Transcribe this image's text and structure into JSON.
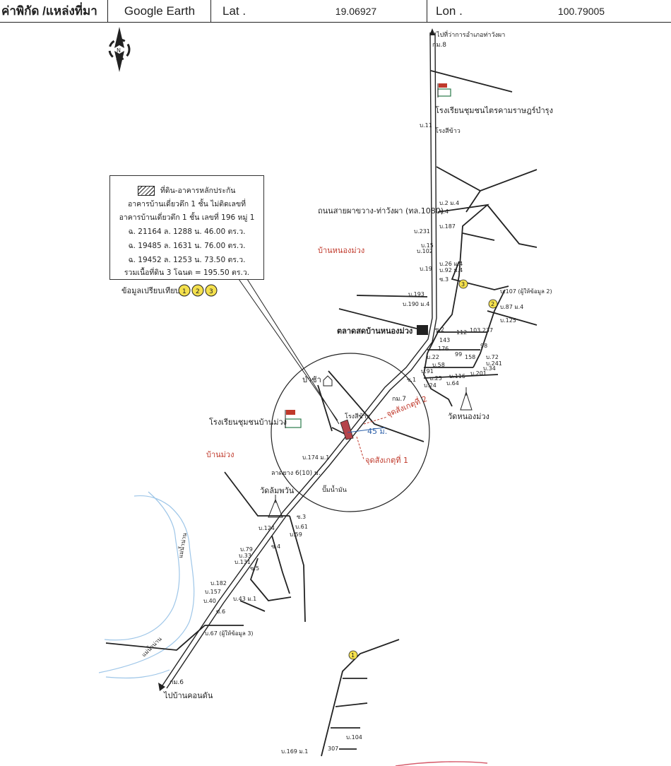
{
  "header": {
    "coord_label": "ค่าพิกัด /แหล่งที่มา",
    "source": "Google Earth",
    "lat_label": "Lat .",
    "lat_value": "19.06927",
    "lon_label": "Lon .",
    "lon_value": "100.79005"
  },
  "compass": {
    "label": "N",
    "icon": "north-arrow-icon"
  },
  "infobox": {
    "legend": "ที่ดิน-อาคารหลักประกัน",
    "line1": "อาคารบ้านเดี่ยวตึก 1 ชั้น ไม่ติดเลขที่",
    "line2": "อาคารบ้านเดี่ยวตึก 1 ชั้น เลขที่ 196 หมู่ 1",
    "line3": "ฉ. 21164  ล. 1288  น. 46.00 ตร.ว.",
    "line4": "ฉ. 19485  ล. 1631  น. 76.00 ตร.ว.",
    "line5": "ฉ. 19452  ล. 1253  น. 73.50 ตร.ว.",
    "line6": "รวมเนื้อที่ดิน 3 โฉนด = 195.50 ตร.ว."
  },
  "comparison": {
    "label": "ข้อมูลเปรียบเทียบ",
    "markers": [
      "1",
      "2",
      "3"
    ]
  },
  "places": {
    "to_wangpha": "ไปที่ว่าการอำเภอท่าวังผา",
    "km8": "กม.8",
    "school_top": "โรงเรียนชุมชนไตรคามราษฎร์บำรุง",
    "rice_mill_top": "โรงสีข้าว",
    "road_name": "ถนนสายผาขวาง-ท่าวังผา (ทล.1080)",
    "village_nongmuang": "บ้านหนองม่วง",
    "market": "ตลาดสดบ้านหนองม่วง",
    "temple_nongmuang": "วัดหนองม่วง",
    "pa_chan": "ป่าช้า",
    "km7": "กม.7",
    "school_muang": "โรงเรียนชุมชนบ้านม่วง",
    "rice_mill": "โรงสีข้าว",
    "obs2": "จุดสังเกตุที่ 2",
    "obs1": "จุดสังเกตุที่ 1",
    "dist": "45 ม.",
    "village_muang": "บ้านม่วง",
    "paved": "ลาดยาง 6(10) ม.",
    "temple_lompian": "วัดล้มพวัน",
    "gas": "ปั๊มน้ำมัน",
    "river1": "แม่น้ำน่าน",
    "river2": "แม่น้ำน่าน",
    "km6": "กม.6",
    "to_khondan": "ไปบ้านคอนดัน"
  },
  "house_labels": {
    "h_top11": "บ.11",
    "h_2m4": "บ.2 ม.4",
    "h_ad4": "ซ.4",
    "h_231": "บ.231",
    "h_187": "บ.187",
    "h_15": "บ.15",
    "h_102": "บ.102",
    "h_26": "บ.26 ม.4",
    "h_92": "บ.92 ม.4",
    "h_19": "บ.19",
    "h_s3": "ซ.3",
    "h_107": "บ.107 (ผู้ให้ข้อมูล 2)",
    "h_193": "บ.193",
    "h_87": "บ.87 ม.4",
    "h_190": "บ.190 ม.4",
    "h_125": "บ.125",
    "h_s2": "ซ.2",
    "h_112": "112",
    "h_103": "103 237",
    "h_143": "143",
    "h_176": "176",
    "h_98": "98",
    "h_99": "99",
    "h_158": "158",
    "h_72": "บ.72",
    "h_22": "บ.22",
    "h_241": "บ.241",
    "h_58": "บ.58",
    "h_34": "บ.34",
    "h_91": "บ.91",
    "h_201": "บ.201",
    "h_116": "บ.116",
    "h_25": "บ.25",
    "h_24": "บ.24",
    "h_64": "บ.64",
    "h_s1": "ซ.1",
    "h_174": "บ.174 ม.1",
    "h_s3b": "ซ.3",
    "h_124": "บ.124",
    "h_61": "บ.61",
    "h_59": "บ.59",
    "h_79": "บ.79",
    "h_s4": "ซ.4",
    "h_33": "บ.33",
    "h_131": "บ.131",
    "h_s5": "ซ.5",
    "h_182": "บ.182",
    "h_157": "บ.157",
    "h_43": "บ.43 ม.1",
    "h_40": "บ.40",
    "h_s6": "ซ.6",
    "h_67": "บ.67 (ผู้ให้ข้อมูล 3)",
    "h_104": "บ.104",
    "h_307": "307",
    "h_169": "บ.169 ม.1"
  },
  "colors": {
    "accent_red": "#c0392b",
    "marker_yellow": "#f4e04d",
    "river": "#9ec6e8",
    "parcel": "#b5444b"
  }
}
